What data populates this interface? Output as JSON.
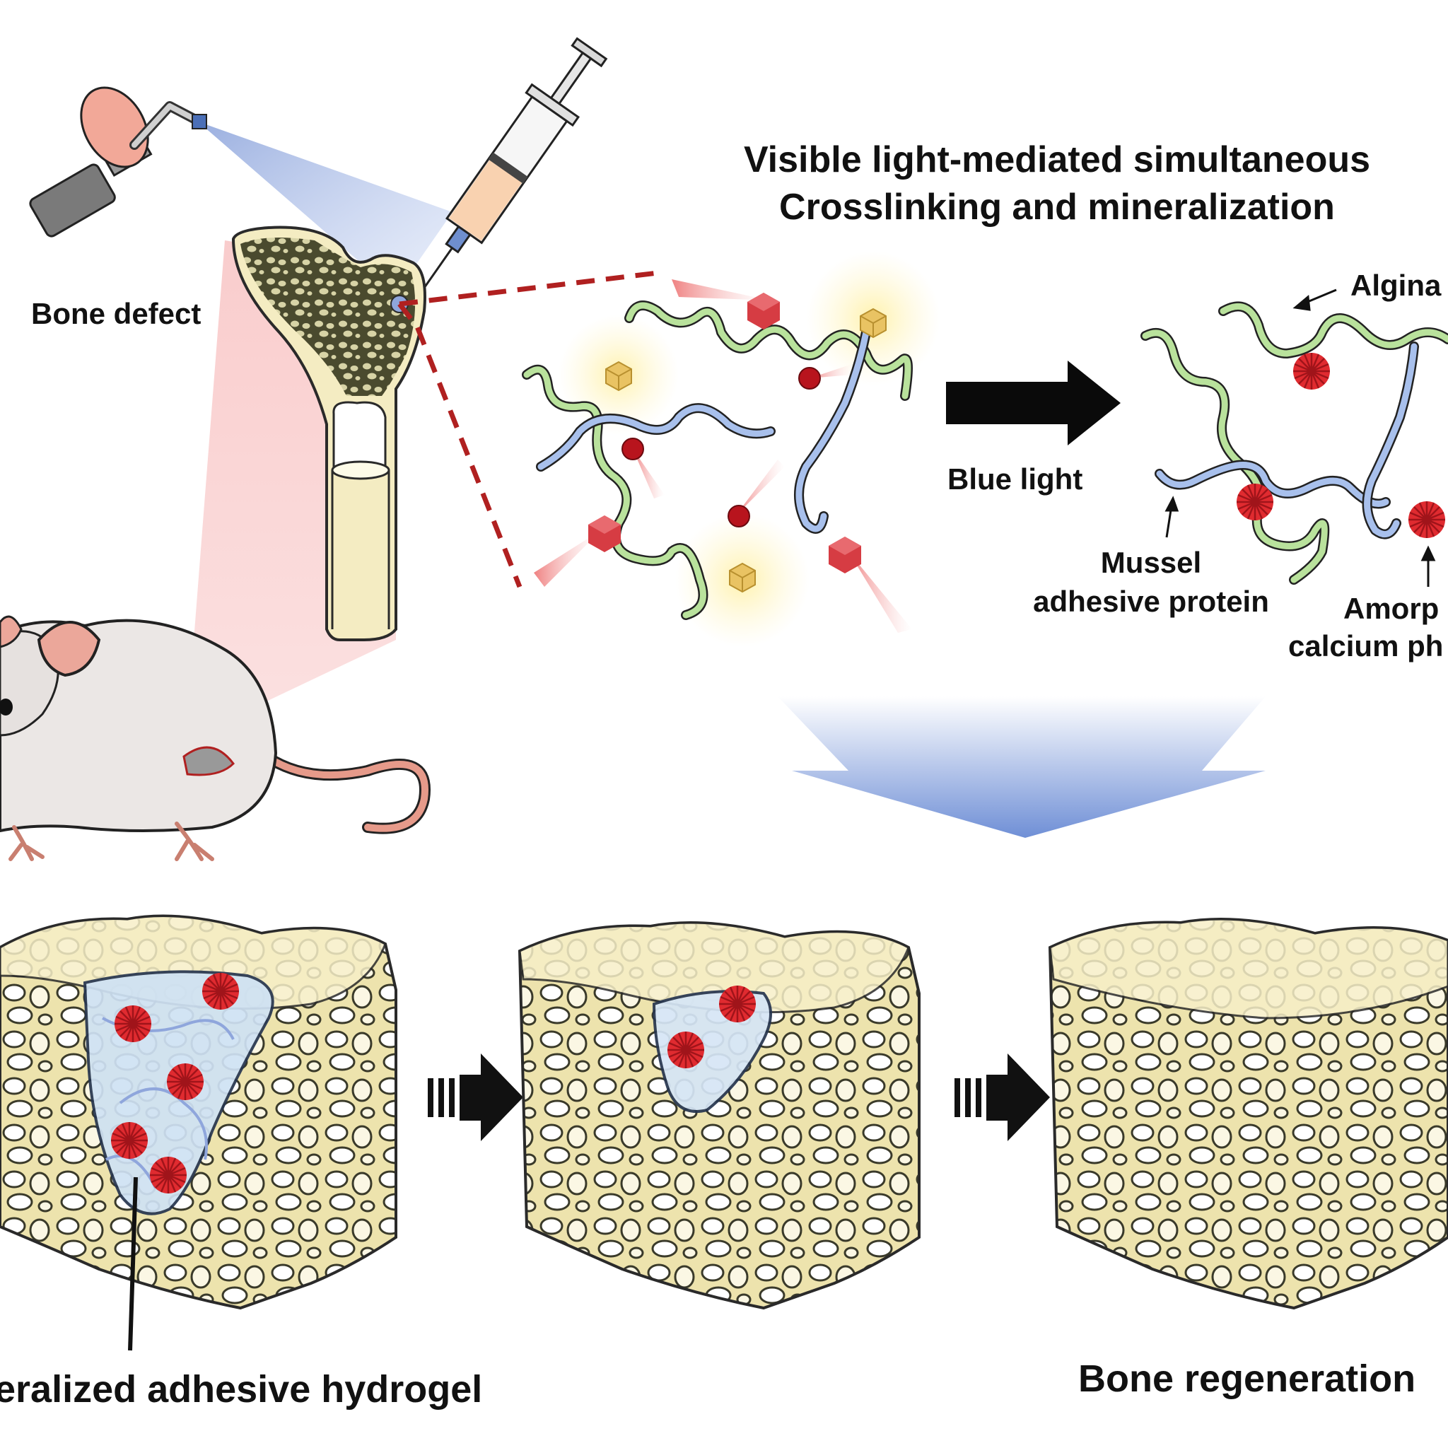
{
  "title": {
    "line1": "Visible light-mediated simultaneous",
    "line2": "Crosslinking and mineralization"
  },
  "labels": {
    "bone_defect": "Bone defect",
    "blue_light": "Blue light",
    "alginate": "Algina",
    "mussel_line1": "Mussel",
    "mussel_line2": "adhesive protein",
    "acp_line1": "Amorp",
    "acp_line2": "calcium ph",
    "hydrogel": "eralized adhesive hydrogel",
    "bone_regeneration": "Bone regeneration"
  },
  "colors": {
    "alginate_green": "#8cc56f",
    "protein_blue": "#5a7fc4",
    "mineral_red": "#d8232a",
    "bone_yellow": "#f3e9b8",
    "light_blue": "#9db4e6",
    "beam_red": "#f4a5a5"
  }
}
